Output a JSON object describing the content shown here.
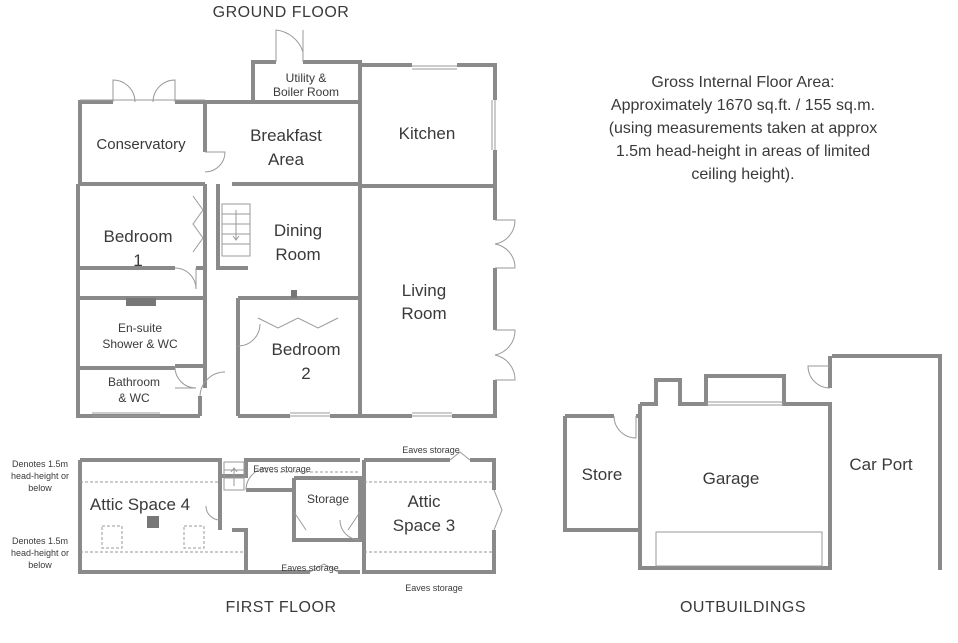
{
  "sections": {
    "ground": "GROUND FLOOR",
    "first": "FIRST FLOOR",
    "outbuildings": "OUTBUILDINGS"
  },
  "area_info": [
    "Gross Internal Floor Area:",
    "Approximately 1670 sq.ft. / 155 sq.m.",
    "(using measurements taken at approx",
    "1.5m head-height in areas of limited",
    "ceiling height)."
  ],
  "ground_rooms": {
    "utility": [
      "Utility &",
      "Boiler Room"
    ],
    "conservatory": "Conservatory",
    "breakfast": [
      "Breakfast",
      "Area"
    ],
    "kitchen": "Kitchen",
    "bedroom1": [
      "Bedroom",
      "1"
    ],
    "dining": [
      "Dining",
      "Room"
    ],
    "living": [
      "Living",
      "Room"
    ],
    "ensuite": [
      "En-suite",
      "Shower & WC"
    ],
    "bedroom2": [
      "Bedroom",
      "2"
    ],
    "bathroom": [
      "Bathroom",
      "& WC"
    ]
  },
  "first_rooms": {
    "attic4": "Attic Space 4",
    "storage": "Storage",
    "attic3": [
      "Attic",
      "Space 3"
    ],
    "eaves1": "Eaves storage",
    "eaves2": "Eaves storage",
    "eaves3": "Eaves storage",
    "eaves4": "Eaves storage",
    "note1": [
      "Denotes 1.5m",
      "head-height or",
      "below"
    ],
    "note2": [
      "Denotes 1.5m",
      "head-height or",
      "below"
    ]
  },
  "out_rooms": {
    "store": "Store",
    "garage": "Garage",
    "carport": "Car Port"
  }
}
